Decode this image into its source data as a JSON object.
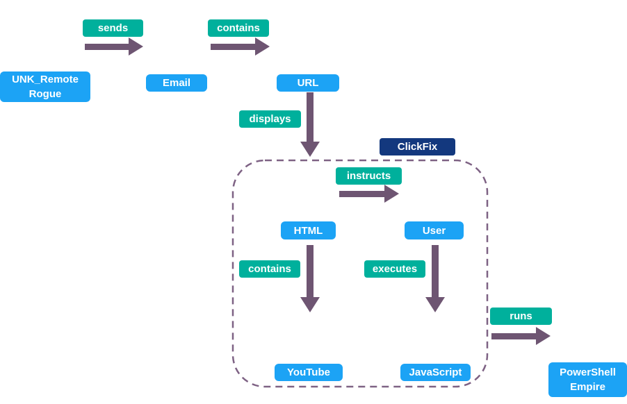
{
  "nodes": {
    "unk_remote_rogue": "UNK_Remote Rogue",
    "email": "Email",
    "url": "URL",
    "clickfix": "ClickFix",
    "html": "HTML",
    "user": "User",
    "youtube": "YouTube",
    "javascript": "JavaScript",
    "powershell_empire": "PowerShell Empire"
  },
  "edges": {
    "sends": "sends",
    "contains_top": "contains",
    "displays": "displays",
    "instructs": "instructs",
    "contains_inner": "contains",
    "executes": "executes",
    "runs": "runs"
  },
  "colors": {
    "node_blue": "#1CA3F5",
    "edge_label_teal": "#00B09C",
    "clickfix_navy": "#13387E",
    "arrow_purple": "#6E5572",
    "dashed_border_purple": "#7E6284",
    "text_white": "#FFFFFF",
    "background": "#FFFFFF"
  }
}
